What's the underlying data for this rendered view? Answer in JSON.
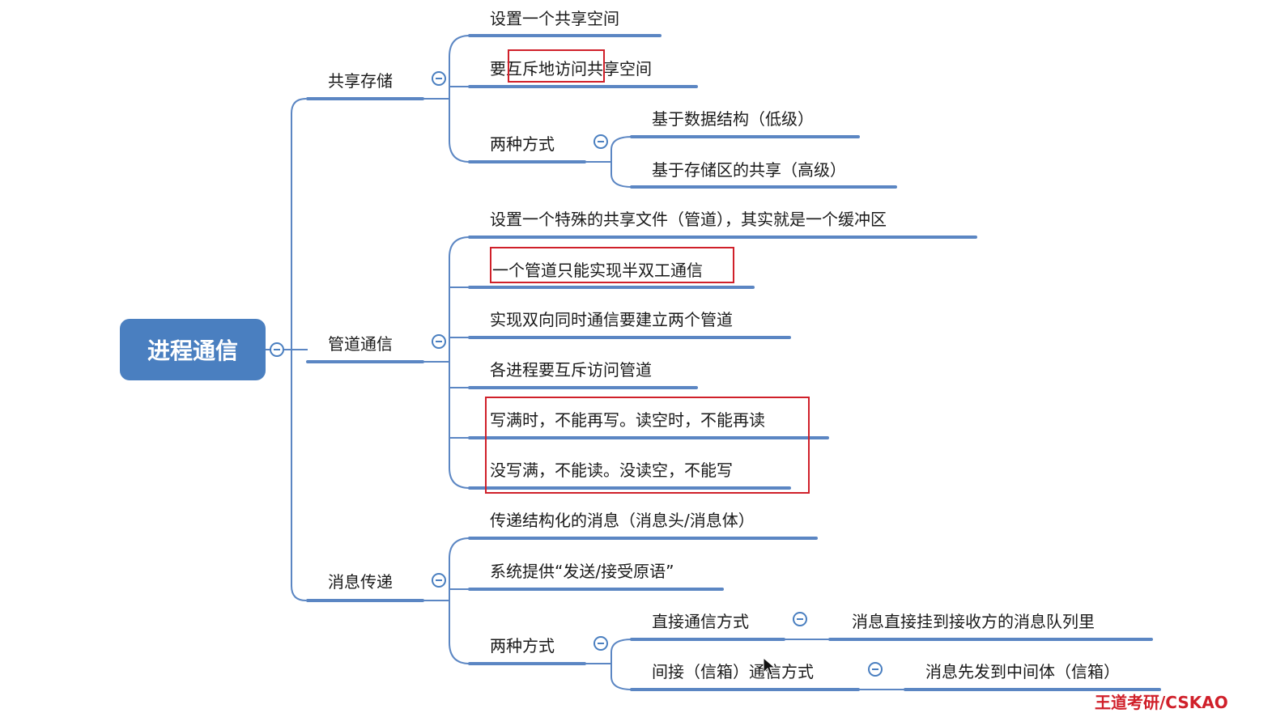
{
  "root": {
    "label": "进程通信"
  },
  "branches": {
    "shared_memory": {
      "label": "共享存储",
      "items": [
        "设置一个共享空间",
        "要互斥地访问共享空间"
      ],
      "two_ways": {
        "label": "两种方式",
        "items": [
          "基于数据结构（低级）",
          "基于存储区的共享（高级）"
        ]
      }
    },
    "pipe": {
      "label": "管道通信",
      "items": [
        "设置一个特殊的共享文件（管道），其实就是一个缓冲区",
        "一个管道只能实现半双工通信",
        "实现双向同时通信要建立两个管道",
        "各进程要互斥访问管道",
        "写满时，不能再写。读空时，不能再读",
        "没写满，不能读。没读空，不能写"
      ]
    },
    "message": {
      "label": "消息传递",
      "items": [
        "传递结构化的消息（消息头/消息体）",
        "系统提供“发送/接受原语”"
      ],
      "two_ways": {
        "label": "两种方式",
        "direct": {
          "label": "直接通信方式",
          "desc": "消息直接挂到接收方的消息队列里"
        },
        "indirect": {
          "label": "间接（信箱）通信方式",
          "desc": "消息先发到中间体（信箱）"
        }
      }
    }
  },
  "watermark": "王道考研/CSKAO",
  "colors": {
    "accent": "#4a7fc0",
    "line": "#5b86c3",
    "highlight": "#d0202a"
  },
  "icons": {
    "collapse": "collapse-minus-icon",
    "cursor": "mouse-cursor-icon"
  }
}
